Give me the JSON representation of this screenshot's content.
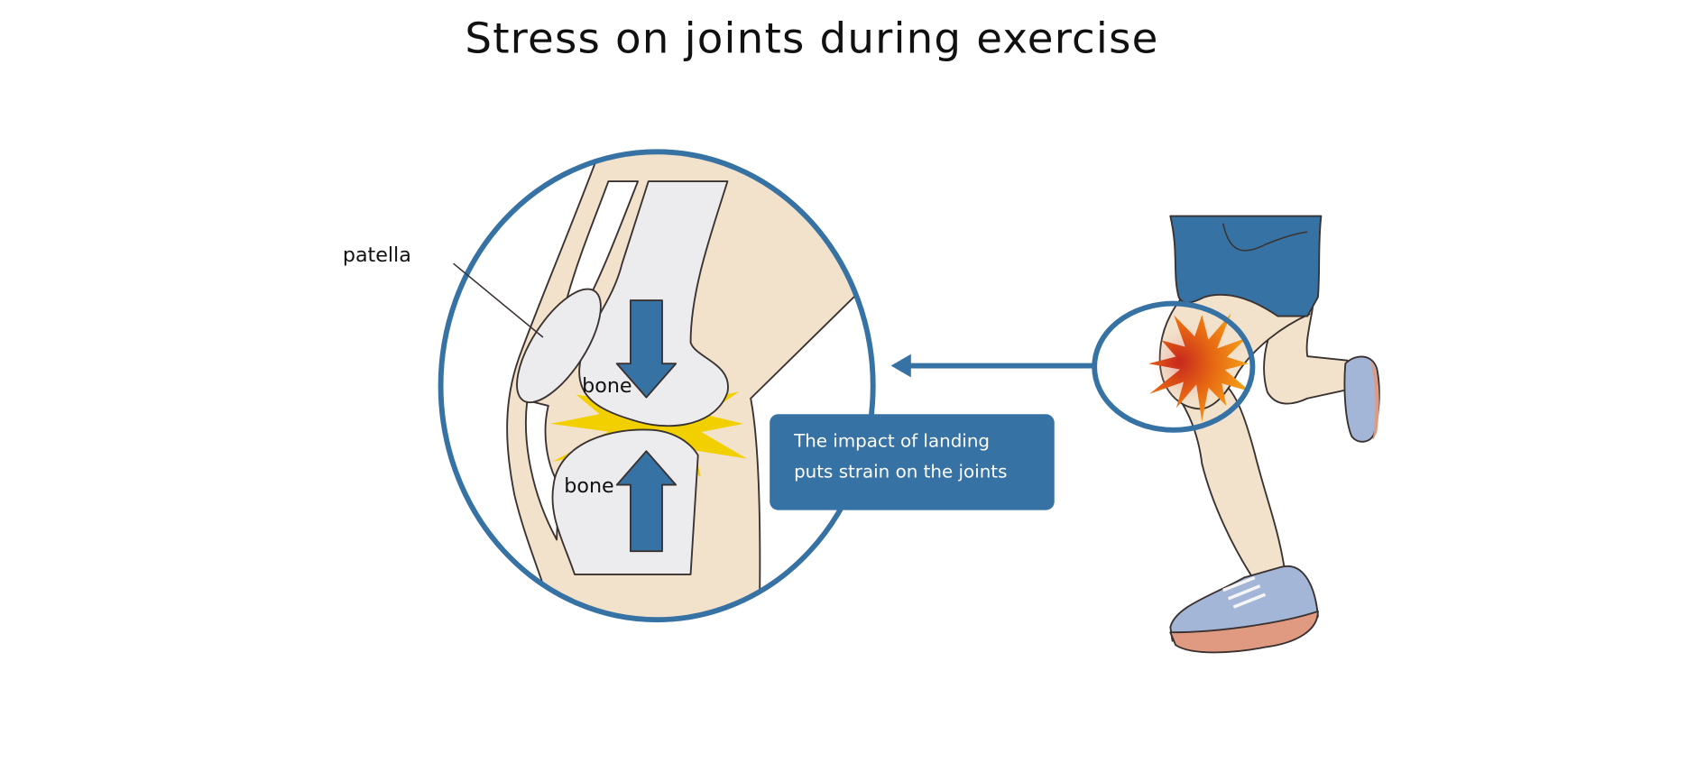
{
  "title": "Stress on joints during exercise",
  "labels": {
    "patella": "patella",
    "upper_bone": "bone",
    "lower_bone": "bone"
  },
  "callout": {
    "line1": "The impact of landing",
    "line2": "puts strain on the joints"
  },
  "colors": {
    "accent_blue": "#3672a4",
    "skin": "#f2e1cb",
    "bone": "#ececee",
    "impact_yellow": "#f2d000",
    "shoe": "#a4b6d8",
    "sole": "#e09a82"
  }
}
